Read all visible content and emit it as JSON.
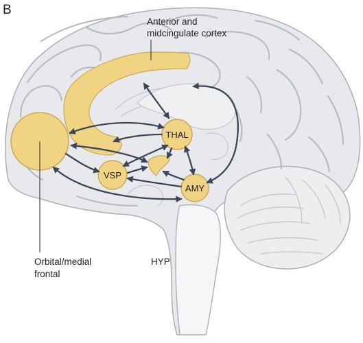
{
  "panel_letter": "B",
  "labels": {
    "cingulate": [
      "Anterior and",
      "midcingulate cortex"
    ],
    "orbital": [
      "Orbital/medial",
      "frontal"
    ],
    "hyp": "HYP"
  },
  "nodes": {
    "thal": "THAL",
    "vsp": "VSP",
    "amy": "AMY"
  },
  "colors": {
    "region_fill": "#f1d384",
    "region_stroke": "#c9a856",
    "brain_fill": "#e7e9ec",
    "arrow": "#3b4658"
  }
}
